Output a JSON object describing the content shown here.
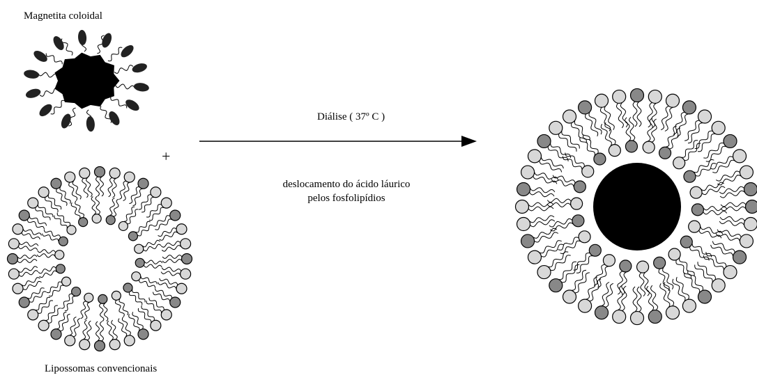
{
  "labels": {
    "magnetita": "Magnetita coloidal",
    "plus": "+",
    "lipossomas": "Lipossomas convencionais",
    "dialise": "Diálise ( 37º C )",
    "deslocamento_line1": "deslocamento do ácido láurico",
    "deslocamento_line2": "pelos fosfolipídios"
  },
  "colors": {
    "core": "#000000",
    "head_light": "#d8d8d8",
    "head_dark": "#888888",
    "stroke": "#000000",
    "oval_head": "#222222"
  }
}
